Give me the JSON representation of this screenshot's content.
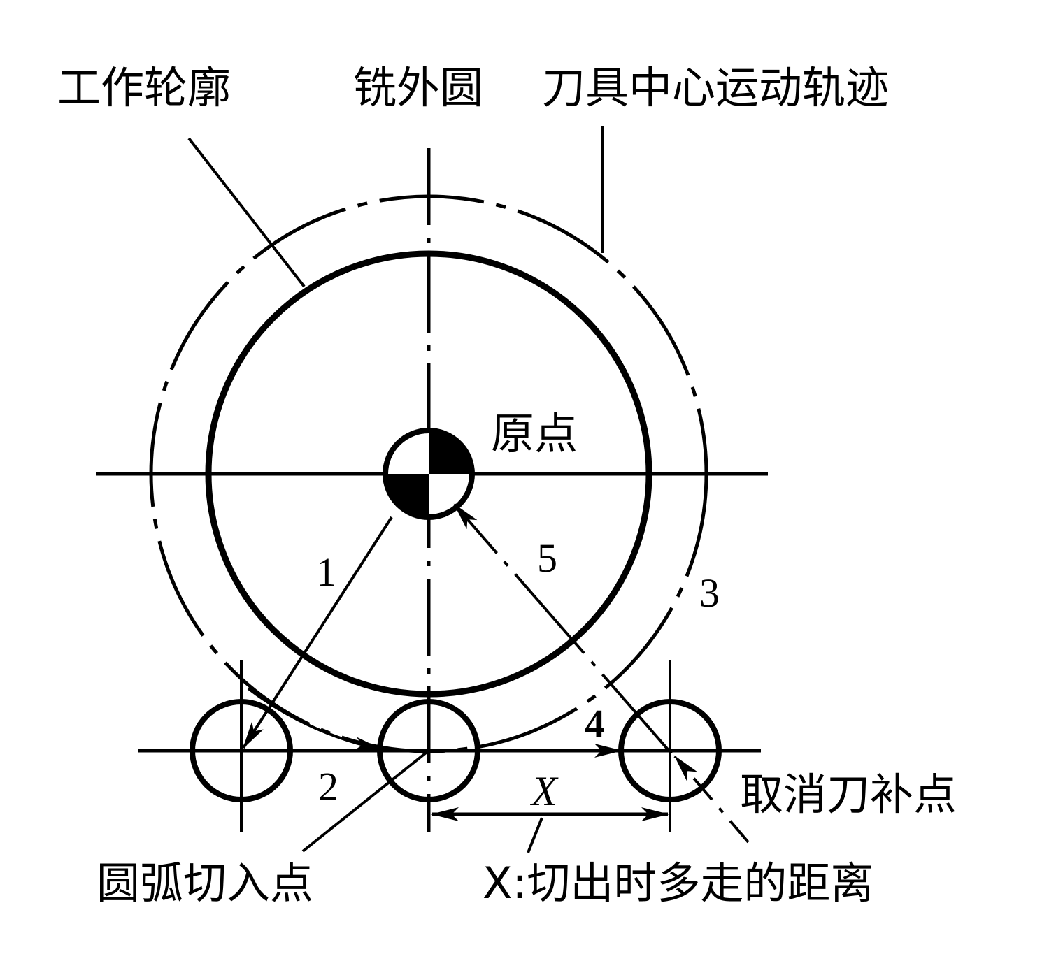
{
  "labels": {
    "work_contour": "工作轮廓",
    "mill_outer_circle": "铣外圆",
    "tool_center_path": "刀具中心运动轨迹",
    "origin": "原点",
    "cancel_comp_point": "取消刀补点",
    "arc_entry_point": "圆弧切入点",
    "x_symbol": "X",
    "x_note": "X:切出时多走的距离"
  },
  "steps": [
    "1",
    "2",
    "3",
    "4",
    "5"
  ],
  "colors": {
    "ink": "#000000",
    "background": "#ffffff"
  }
}
